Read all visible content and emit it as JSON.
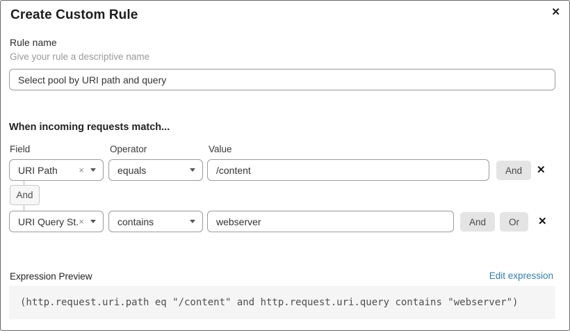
{
  "dialog": {
    "title": "Create Custom Rule",
    "close_icon": "✕"
  },
  "rule_name": {
    "label": "Rule name",
    "help": "Give your rule a descriptive name",
    "value": "Select pool by URI path and query"
  },
  "match_section": {
    "heading": "When incoming requests match...",
    "column_labels": {
      "field": "Field",
      "operator": "Operator",
      "value": "Value"
    },
    "rows": [
      {
        "field": "URI Path",
        "operator": "equals",
        "value": "/content",
        "buttons": [
          "And"
        ],
        "remove_icon": "×",
        "delete_icon": "✕"
      },
      {
        "field": "URI Query St...",
        "operator": "contains",
        "value": "webserver",
        "buttons": [
          "And",
          "Or"
        ],
        "remove_icon": "×",
        "delete_icon": "✕"
      }
    ],
    "connector_label": "And"
  },
  "expression": {
    "label": "Expression Preview",
    "edit_link": "Edit expression",
    "code": "(http.request.uri.path eq \"/content\" and http.request.uri.query contains \"webserver\")"
  },
  "colors": {
    "link_blue": "#2e7fb5",
    "button_gray": "#e4e4e4",
    "code_background": "#f5f5f5",
    "input_border": "#9b9b9b",
    "title_text": "#1d1d1d"
  }
}
